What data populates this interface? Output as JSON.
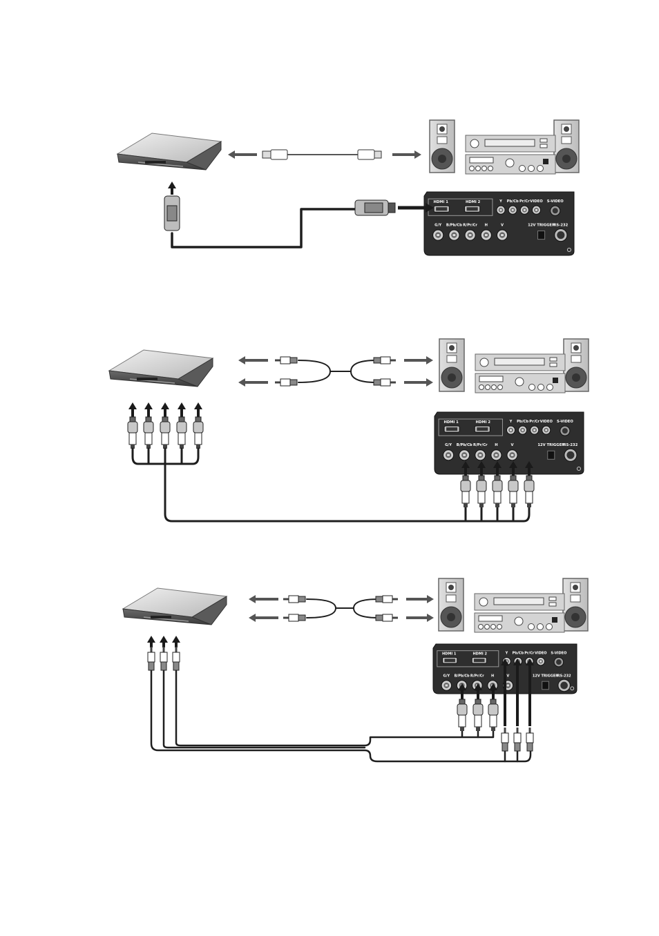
{
  "panel_labels": {
    "hdmi_1": "HDMI 1",
    "hdmi_2": "HDMI 2",
    "y": "Y",
    "pb_cb": "Pb/Cb",
    "pr_cr": "Pr/Cr",
    "video": "VIDEO",
    "s_video": "S-VIDEO",
    "g_y": "G/Y",
    "b_pb_cb": "B/Pb/Cb",
    "r_pr_cr": "R/Pr/Cr",
    "h": "H",
    "v": "V",
    "trigger": "12V TRIGGER",
    "rs232": "RS-232"
  },
  "colors": {
    "panel": "#2e2e2e",
    "cable": "#1e1e1e",
    "arrow": "#555555",
    "device": "#cfcfcf"
  },
  "icons": [
    "dvd-player-icon",
    "hifi-system-icon",
    "projector-io-panel-icon",
    "hdmi-plug-icon",
    "bnc-plug-icon",
    "rca-plug-icon",
    "arrow-icon"
  ]
}
